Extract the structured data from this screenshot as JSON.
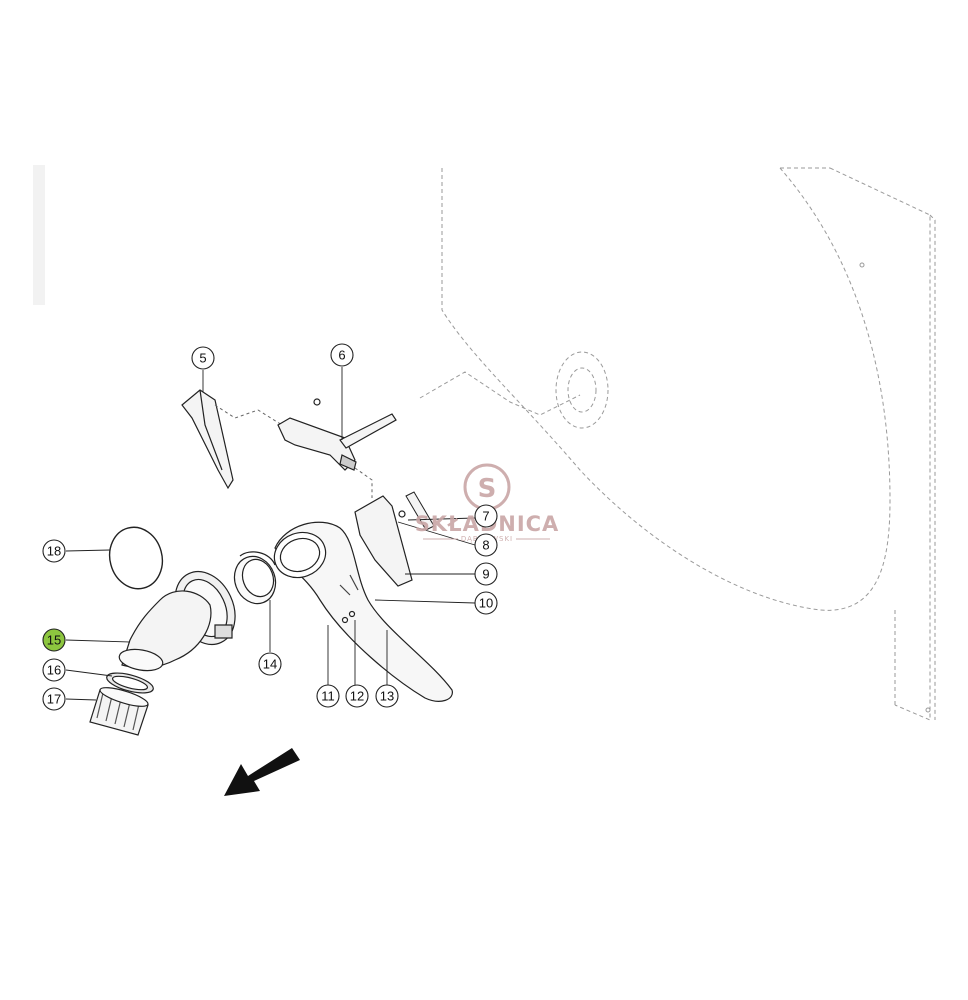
{
  "watermark": {
    "brand": "SKŁADNICA",
    "sub": "DĄBROWSKI",
    "logo_letter": "S",
    "color": "#c9a6a6"
  },
  "callouts": [
    {
      "id": "5",
      "label": "5",
      "highlighted": false
    },
    {
      "id": "6",
      "label": "6",
      "highlighted": false
    },
    {
      "id": "7",
      "label": "7",
      "highlighted": false
    },
    {
      "id": "8",
      "label": "8",
      "highlighted": false
    },
    {
      "id": "9",
      "label": "9",
      "highlighted": false
    },
    {
      "id": "10",
      "label": "10",
      "highlighted": false
    },
    {
      "id": "11",
      "label": "11",
      "highlighted": false
    },
    {
      "id": "12",
      "label": "12",
      "highlighted": false
    },
    {
      "id": "13",
      "label": "13",
      "highlighted": false
    },
    {
      "id": "14",
      "label": "14",
      "highlighted": false
    },
    {
      "id": "15",
      "label": "15",
      "highlighted": true
    },
    {
      "id": "16",
      "label": "16",
      "highlighted": false
    },
    {
      "id": "17",
      "label": "17",
      "highlighted": false
    },
    {
      "id": "18",
      "label": "18",
      "highlighted": false
    }
  ],
  "colors": {
    "highlight": "#8dc63f",
    "line": "#222222",
    "dashed": "#9a9a9a"
  },
  "icons": {
    "direction": "direction-arrow-icon"
  }
}
